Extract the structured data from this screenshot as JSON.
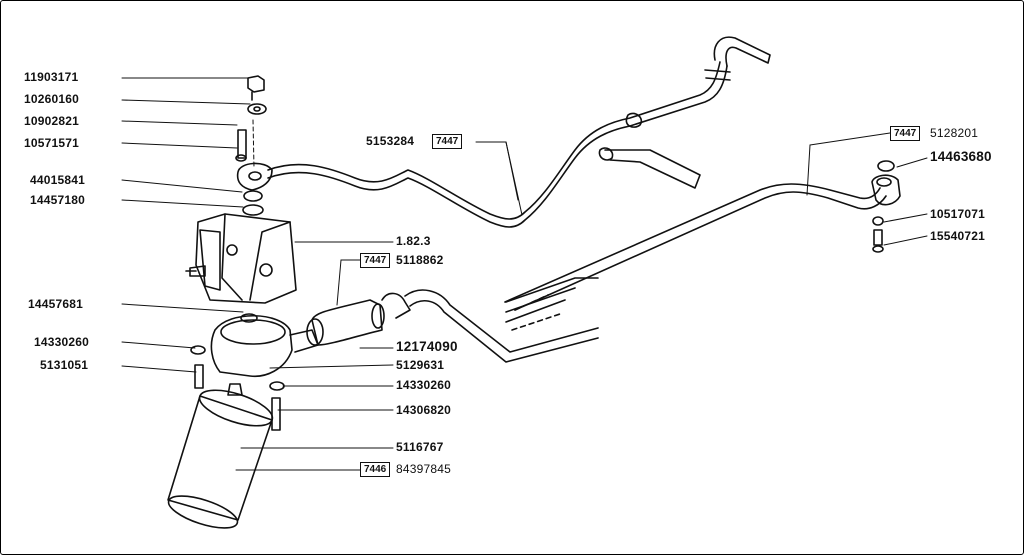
{
  "diagram": {
    "labels": {
      "l11903171": "11903171",
      "l10260160": "10260160",
      "l10902821": "10902821",
      "l10571571": "10571571",
      "l44015841": "44015841",
      "l14457180": "14457180",
      "l1823": "1.82.3",
      "l5118862": "5118862",
      "l14457681": "14457681",
      "l14330260a": "14330260",
      "l5131051": "5131051",
      "l12174090": "12174090",
      "l5129631": "5129631",
      "l14330260b": "14330260",
      "l14306820": "14306820",
      "l5116767": "5116767",
      "l84397845": "84397845",
      "l5153284": "5153284",
      "l5128201": "5128201",
      "l14463680": "14463680",
      "l10517071": "10517071",
      "l15540721": "15540721"
    },
    "boxes": {
      "b7447a": "7447",
      "b7447b": "7447",
      "b7447c": "7447",
      "b7446": "7446"
    }
  }
}
